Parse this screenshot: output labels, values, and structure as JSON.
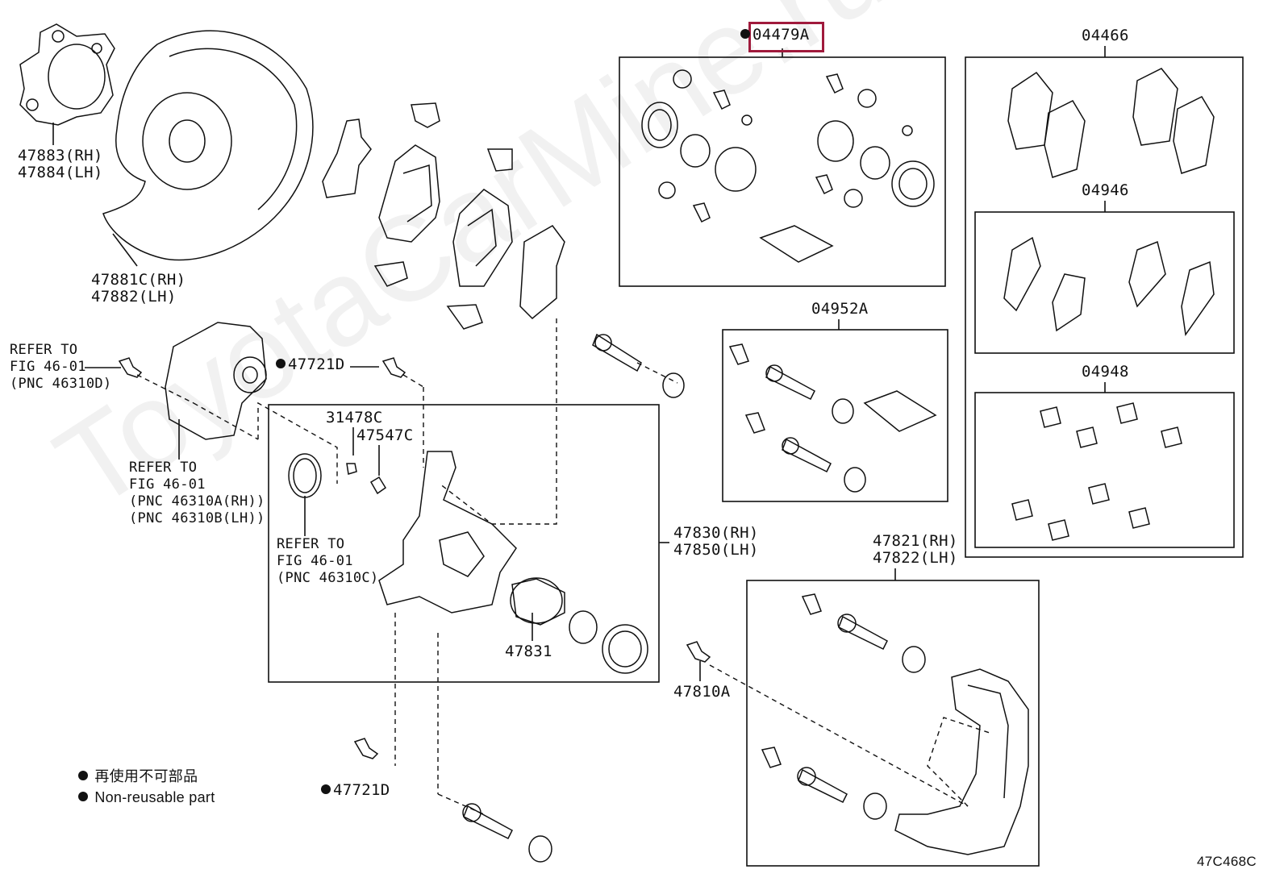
{
  "watermark": "ToyotaCarMine.ru",
  "figure_code": "47C468C",
  "legend": {
    "cn": "再使用不可部品",
    "en": "Non-reusable part"
  },
  "highlight_color": "#a01a3c",
  "labels": {
    "l47883": "47883(RH)",
    "l47884": "47884(LH)",
    "l47881": "47881C(RH)",
    "l47882": "47882(LH)",
    "refer1_a": "REFER TO",
    "refer1_b": "FIG 46-01",
    "refer1_c": "(PNC 46310D)",
    "refer2_a": "REFER TO",
    "refer2_b": "FIG 46-01",
    "refer2_c": "(PNC 46310A(RH))",
    "refer2_d": "(PNC 46310B(LH))",
    "refer3_a": "REFER TO",
    "refer3_b": "FIG 46-01",
    "refer3_c": "(PNC 46310C)",
    "l47721d_top": "47721D",
    "l47721d_bottom": "47721D",
    "l31478c": "31478C",
    "l47547c": "47547C",
    "l47830": "47830(RH)",
    "l47850": "47850(LH)",
    "l47831": "47831",
    "l47810a": "47810A",
    "l04479a": "04479A",
    "l04466": "04466",
    "l04946": "04946",
    "l04948": "04948",
    "l04952a": "04952A",
    "l47821": "47821(RH)",
    "l47822": "47822(LH)"
  }
}
